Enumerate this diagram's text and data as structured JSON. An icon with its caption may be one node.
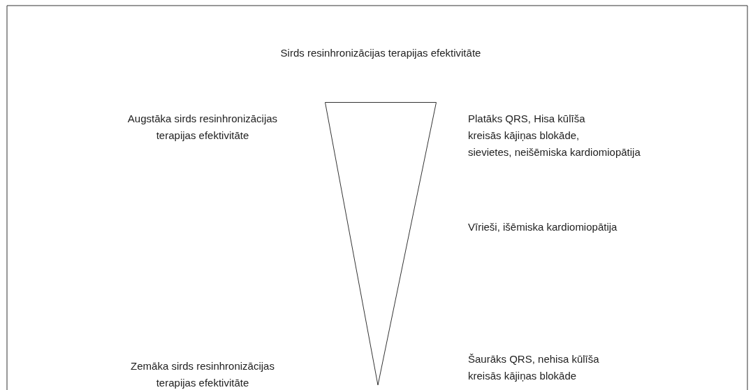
{
  "diagram": {
    "title": "Sirds resinhronizācijas terapijas efektivitāte",
    "nodes": [
      {
        "text": [],
        "shape": "triangle"
      }
    ],
    "labels": [
      "Augstāka sirds resinhronizācijas terapijas efektivitāte",
      "Platāks QRS, Hisa kūlīša kreisās kājiņas blokāde,",
      "sievietes, neišēmiska kardiomiopātija",
      "Vīrieši, išēmiska kardiomiopātija",
      "Zemāka sirds resinhronizācijas terapijas efektivitāte",
      "Šaurāks QRS, nehisa kūlīša kreisās kājiņas blokāde"
    ]
  }
}
